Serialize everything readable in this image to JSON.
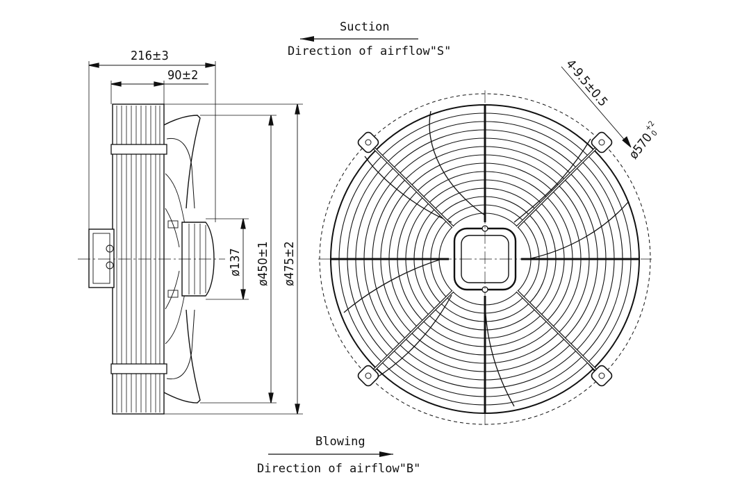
{
  "top_annotation": {
    "label": "Suction",
    "direction": "Direction of airflow\"S\""
  },
  "bottom_annotation": {
    "label": "Blowing",
    "direction": "Direction of airflow\"B\""
  },
  "dimensions": {
    "overall_depth": "216±3",
    "motor_depth": "90±2",
    "hub_diameter": "ø137",
    "impeller_diameter": "ø450±1",
    "frame_diameter": "ø475±2",
    "mount_holes": "4-9.5±0.5",
    "mount_circle": "ø570",
    "mount_circle_tol": "+2",
    "mount_circle_tol_low": "0"
  },
  "colors": {
    "line": "#111111",
    "background": "#ffffff"
  }
}
